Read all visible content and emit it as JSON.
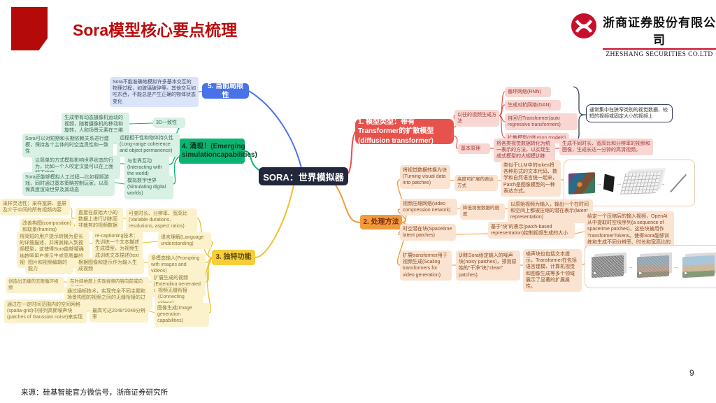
{
  "palette": {
    "accent_red": "#BE0A0A",
    "branch_blue": "#4A72E8",
    "branch_red": "#E8524C",
    "branch_orange": "#F29B3B",
    "branch_green": "#0CB472",
    "branch_yellow": "#F0C02E",
    "center_bg": "#23273B",
    "callout_border": "#343B58"
  },
  "header": {
    "title": "Sora模型核心要点梳理",
    "company_cn": "浙商证券股份有限公司",
    "company_en": "ZHESHANG SECURITIES CO.LTD"
  },
  "footer": {
    "source": "来源：硅基智能官方微信号，浙商证券研究所",
    "page": "9"
  },
  "figures": {
    "arrow_glyph": "→",
    "play_glyph": "▶",
    "pipeline_figure": "video-to-patches-pipeline",
    "denoise_figure": "noisy-to-clean-frames"
  },
  "mindmap": {
    "center": "SORA：世界模拟器",
    "limitations": {
      "topic": "5. 当前局限性",
      "note": "Sora不能准确地模拟许多基本交互的物理过程，如玻璃破碎等。其他交互如吃东西，不能总是产生正确的物体状态变化"
    },
    "model_type": {
      "topic": "1. 模型类型：带有Transformer的扩散模型(diffusion transformer)",
      "prev_label": "以往的视频生成方法",
      "methods": [
        "循环网络(RNN)",
        "生成对抗网络(GAN)",
        "自回归Transformer(auto regressive transformers)",
        "扩散模型(diffusion models)"
      ],
      "callout": "通常集中在狭窄类别的视觉数据、较短的视频或固定大小的视频上",
      "principle_label": "基本原理",
      "principle_text": "将各类视觉数据转化为统一表示的方法，以实现生成式模型的大规模训练",
      "principle_result": "生成不同时长、宽高比和分辨率的视频和图像，生成长达一分钟的高清视频。"
    },
    "processing": {
      "topic": "2. 处理方法",
      "rows": [
        {
          "topic": "将视觉数据转换为块(Turning visual data into patches)",
          "mid": "高度可扩展的表达方式",
          "text": "类似于LLM中的token将各种形式的文本代码、数学和自然语言统一起来，Patch是图像模型的一种表达方式。"
        },
        {
          "topic": "视频压缩网络(video compression network)",
          "mid": "降低视觉数据的维度",
          "text": "以原始视频为输入，输出一个在时间和空间上都被压缩的潜在表示(latent representation)"
        },
        {
          "topic": "时空潜在块(Spacetime latent patches)",
          "mid": "基于“块”的表示(patch-based representation)控制视频生成的大小",
          "text": "给定一个压缩后的输入视频，OpenAI从中提取时空块序列(a sequence of spacetime patches)，这些块被用作TransformerTokens。使得Sora能够训练和生成不同分辨率、时长和宽高比的视频和图像。"
        },
        {
          "topic": "扩展transformer用于视频生成(Scaling transformers for video generation)",
          "mid": "训练Sora给定输入的噪声块(noisy patches)，预测原始的“干净”块(“clean” patches)",
          "text": "噪声块也包括文本提示，Transformer在包括语言建模、计算机视觉和图像生成等多个领域展示了显著的扩展属性。"
        }
      ]
    },
    "emerging": {
      "topic": "4. 涌现！(Emerging simulationcapabilities)",
      "items": [
        {
          "label": "3D一致性",
          "note": "生成带有动态摄像机运动的视频，随着摄像机的移动和旋转，人和场景元素在三维空间中保持一致移动。"
        },
        {
          "label": "远程相干性和物体持久性(Long-range coherence and object permanence)",
          "note": "Sora可以对短期和长期依赖关系进行建模，保持各个主体的时空连贯性和一致性"
        },
        {
          "label": "与世界互动(Interacting with the world)",
          "note": "以简单的方式模拟影响世界状态的行为，比如一个人咬定汉堡可以在上面留下咬痕"
        },
        {
          "label": "模拟数字世界(Simulating digital worlds)",
          "note": "Sora还能够模拟人工过程—比如视频游戏，同时通过基本策略控制玩家，以高保真度渲染世界及其动态"
        }
      ]
    },
    "features": {
      "topic": "3. 独特功能",
      "rows": [
        {
          "leaf": "可变时长、分辨率、宽高比(Variable durations, resolutions, aspect ratios)",
          "mid": "直接在原始大小的数据上进行训练而非裁剪的视频数据",
          "sub1": "采样灵活性：采样宽屏、竖屏及介于中间的所有视频内容",
          "sub2": "改善构图(composition)和取景(framing)"
        },
        {
          "leaf": "语言理解(Language understanding)",
          "mid": "re-captioning技术：先训练一个文本描述生成模型，为视频生成训练文本描述(text captions)",
          "text": "将简短的用户提示转换为更长的详细描述，并将其输入到视频模型，这使得Sora能够精确地按照用户提示生成高质量的视频。"
        },
        {
          "leaf": "多模态输入(Prompting with images and videos)",
          "mid": "根据图像和提示作为输入生成视频",
          "text": "图片和视频编辑的能力"
        },
        {
          "leaf": "扩展生成的视频(Extending generated videos)",
          "mid": "在时间维度上实现视频内容向前或向后扩展",
          "text": "创造出无缝的无限循环视频"
        },
        {
          "leaf": "视频无缝衔接(Connecting videos)",
          "mid": "通过插帧技术，实现完全不同主题和场景构图的视频之间的无缝衔接的过渡效果"
        },
        {
          "leaf": "图像生成(Image generation capabilities)",
          "mid": "最高可达2048*2048分辨率",
          "text": "通过在一定时间范围内的空间网格(spatia-grid)中排列高斯噪声块(patches of Gaussian noise)来实现"
        }
      ]
    }
  }
}
